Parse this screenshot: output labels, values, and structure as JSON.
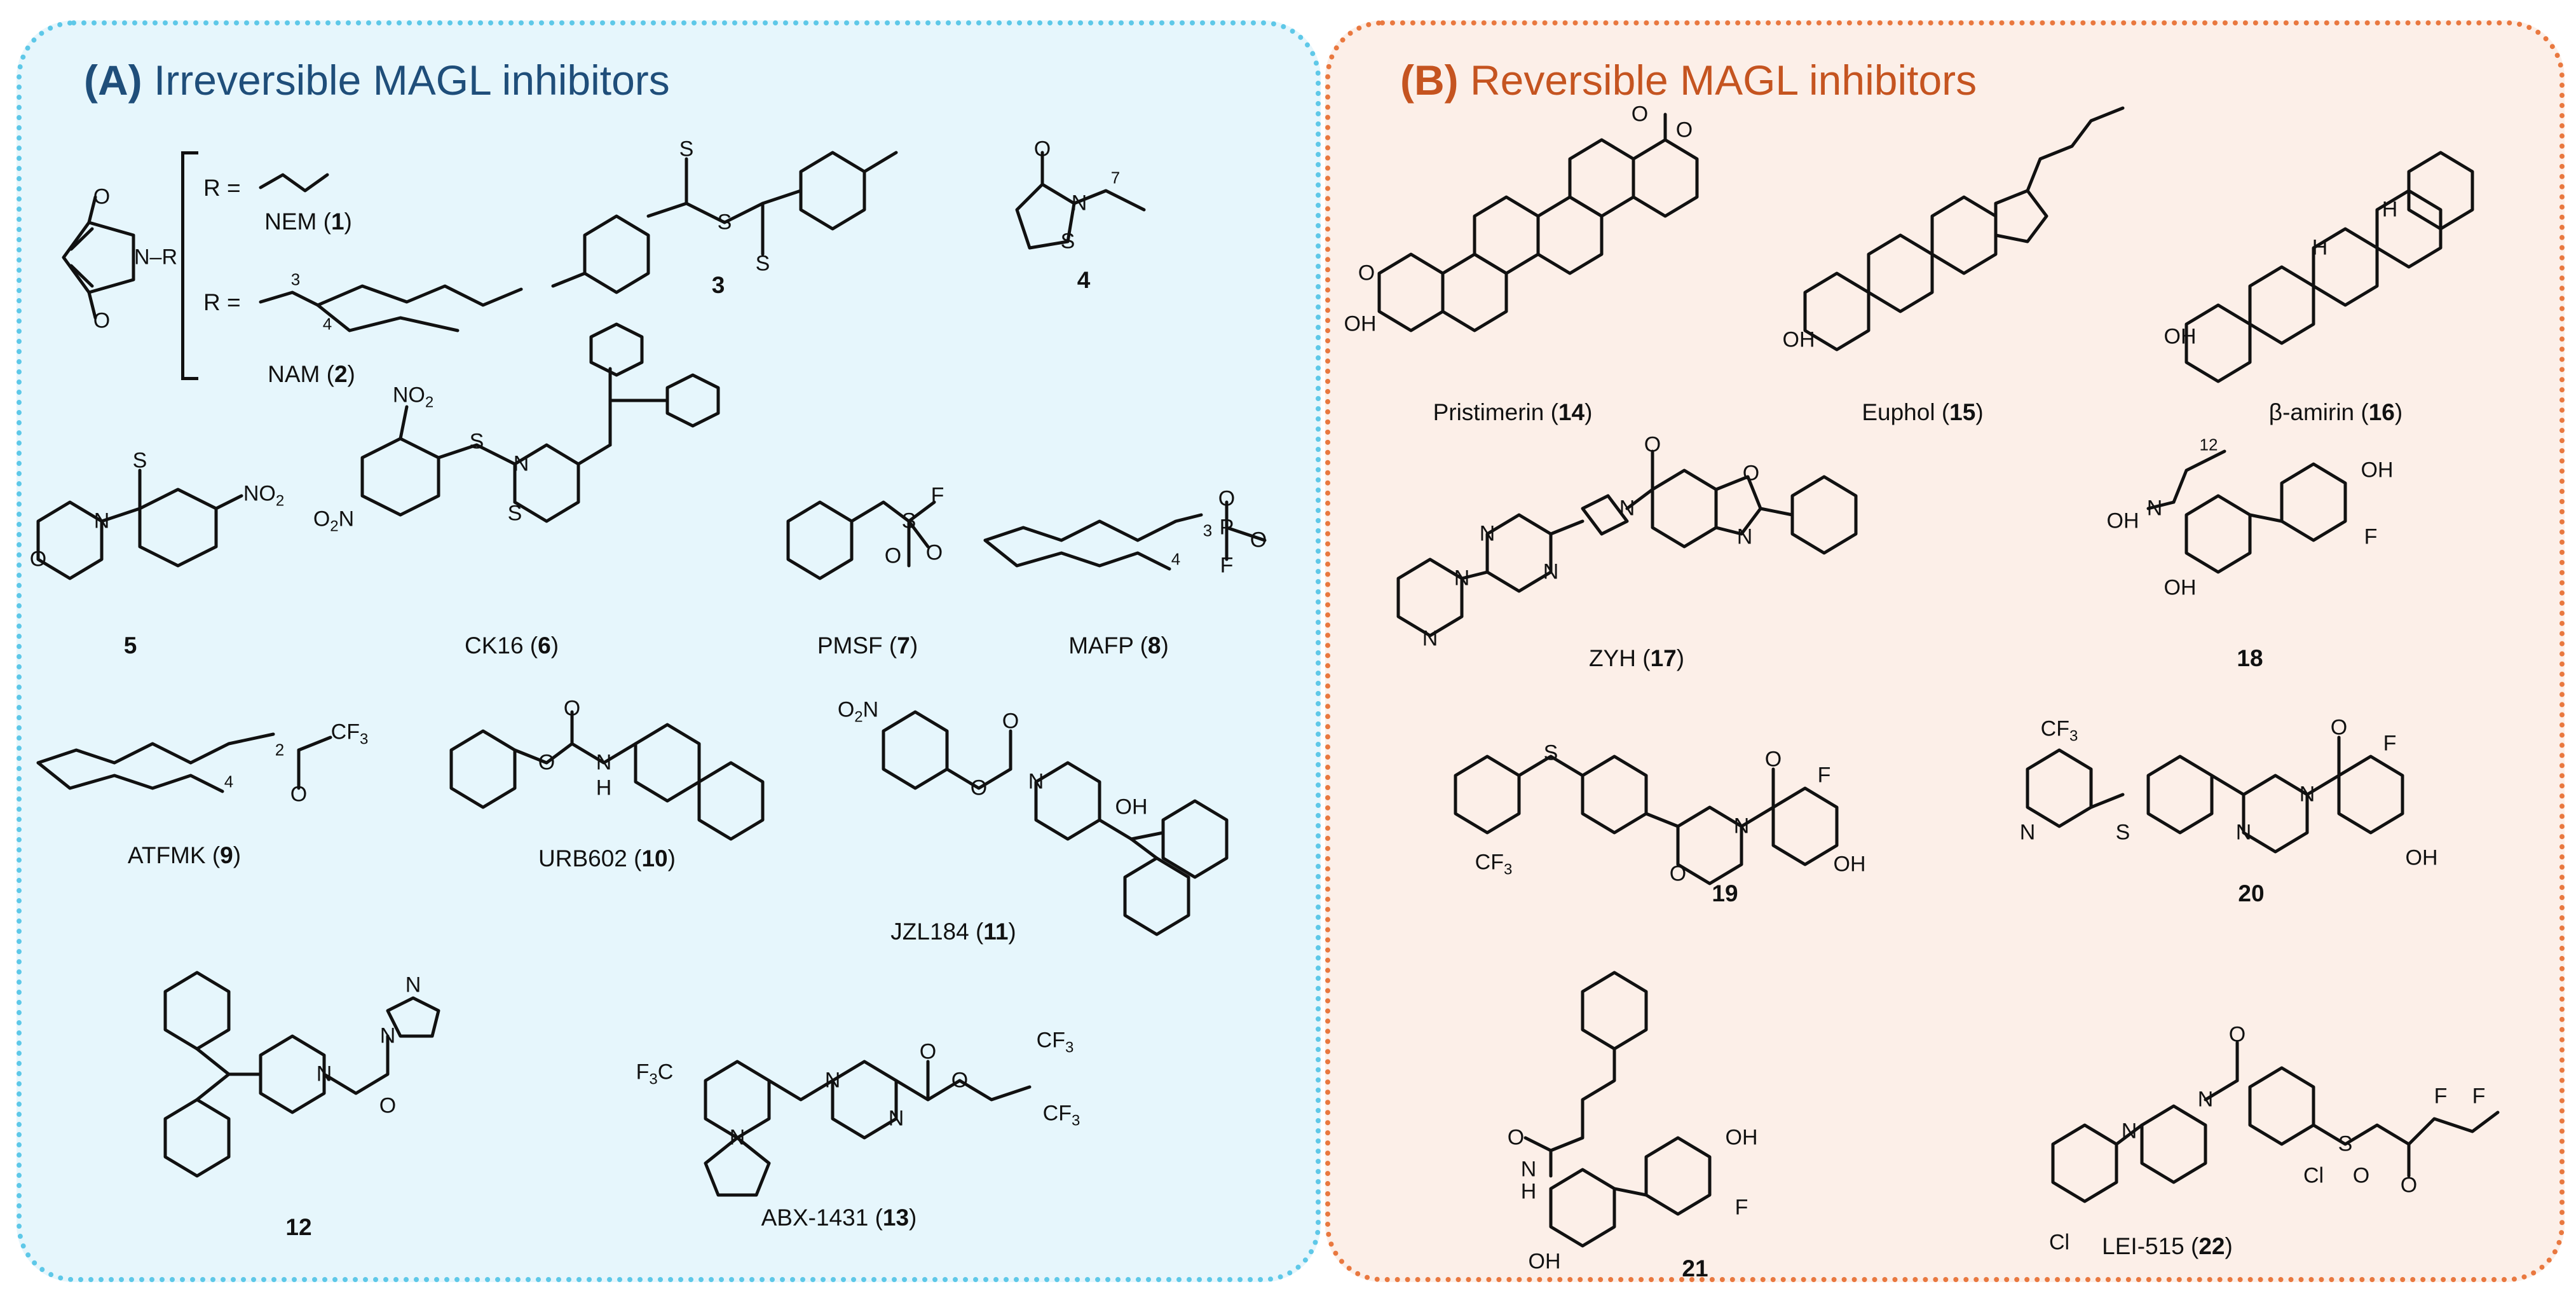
{
  "panel_a": {
    "label": "(A)",
    "title": " Irreversible MAGL inhibitors",
    "r_prefix_1": "R =",
    "r_prefix_2": "R =",
    "compounds": [
      {
        "name": "NEM (",
        "num": "1",
        "close": ")"
      },
      {
        "name": "NAM (",
        "num": "2",
        "close": ")"
      },
      {
        "name": "",
        "num": "3",
        "close": ""
      },
      {
        "name": "",
        "num": "4",
        "close": ""
      },
      {
        "name": "",
        "num": "5",
        "close": ""
      },
      {
        "name": "CK16 (",
        "num": "6",
        "close": ")"
      },
      {
        "name": "PMSF (",
        "num": "7",
        "close": ")"
      },
      {
        "name": "MAFP (",
        "num": "8",
        "close": ")"
      },
      {
        "name": "ATFMK (",
        "num": "9",
        "close": ")"
      },
      {
        "name": "URB602 (",
        "num": "10",
        "close": ")"
      },
      {
        "name": "JZL184 (",
        "num": "11",
        "close": ")"
      },
      {
        "name": "",
        "num": "12",
        "close": ""
      },
      {
        "name": "ABX-1431 (",
        "num": "13",
        "close": ")"
      }
    ],
    "atoms": {
      "o": "O",
      "n": "N",
      "s": "S",
      "f": "F",
      "p": "P",
      "oh": "OH",
      "nh": "H",
      "n_r": "N–R",
      "no2": "NO",
      "no2_sub": "2",
      "o2n": "O",
      "o2n_n": "N",
      "cf3": "CF",
      "cf3_sub": "3",
      "f3c": "F",
      "f3c_c": "C",
      "n3": "3",
      "n4": "4",
      "n7": "7",
      "n2": "2"
    }
  },
  "panel_b": {
    "label": "(B)",
    "title": " Reversible MAGL inhibitors",
    "compounds": [
      {
        "name": "Pristimerin (",
        "num": "14",
        "close": ")"
      },
      {
        "name": "Euphol (",
        "num": "15",
        "close": ")"
      },
      {
        "name": "β-amirin (",
        "num": "16",
        "close": ")"
      },
      {
        "name": "ZYH (",
        "num": "17",
        "close": ")"
      },
      {
        "name": "",
        "num": "18",
        "close": ""
      },
      {
        "name": "",
        "num": "19",
        "close": ""
      },
      {
        "name": "",
        "num": "20",
        "close": ""
      },
      {
        "name": "",
        "num": "21",
        "close": ""
      },
      {
        "name": "LEI-515 (",
        "num": "22",
        "close": ")"
      }
    ],
    "atoms": {
      "o": "O",
      "n": "N",
      "s": "S",
      "f": "F",
      "oh": "OH",
      "h": "H",
      "cl": "Cl",
      "cf3": "CF",
      "cf3_sub": "3",
      "n12": "12"
    }
  },
  "colors": {
    "panel_a_bg": "#e6f6fc",
    "panel_a_border": "#5ec8e8",
    "panel_a_title": "#1f4e7a",
    "panel_b_bg": "#fcefe8",
    "panel_b_border": "#e9783f",
    "panel_b_title": "#c55420"
  }
}
